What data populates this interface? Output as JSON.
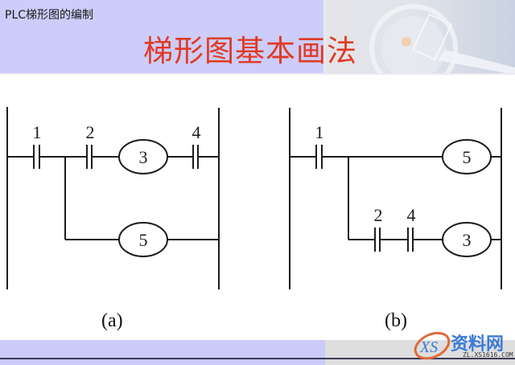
{
  "header": {
    "breadcrumb": "PLC梯形图的编制",
    "title": "梯形图基本画法",
    "colors": {
      "left_band": "#cccdf8",
      "title": "#e03a24"
    }
  },
  "diagrams": [
    {
      "id": "a",
      "caption": "(a)",
      "rungs": [
        {
          "elements": [
            {
              "type": "contact",
              "label": "1"
            },
            {
              "type": "contact",
              "label": "2"
            },
            {
              "type": "coil",
              "label": "3"
            },
            {
              "type": "contact",
              "label": "4"
            }
          ]
        },
        {
          "branch_from": "after contact 1",
          "elements": [
            {
              "type": "coil",
              "label": "5"
            }
          ]
        }
      ]
    },
    {
      "id": "b",
      "caption": "(b)",
      "rungs": [
        {
          "elements": [
            {
              "type": "contact",
              "label": "1"
            },
            {
              "type": "coil",
              "label": "5"
            }
          ]
        },
        {
          "branch_from": "after contact 1",
          "elements": [
            {
              "type": "contact",
              "label": "2"
            },
            {
              "type": "contact",
              "label": "4"
            },
            {
              "type": "coil",
              "label": "3"
            }
          ]
        }
      ]
    }
  ],
  "labels": {
    "a_c1": "1",
    "a_c2": "2",
    "a_coil3": "3",
    "a_c4": "4",
    "a_coil5": "5",
    "b_c1": "1",
    "b_coil5": "5",
    "b_c2": "2",
    "b_c4": "4",
    "b_coil3": "3"
  },
  "watermark": {
    "text": "资料网",
    "url": "ZL.XS1616.COM",
    "logo": "XS"
  }
}
